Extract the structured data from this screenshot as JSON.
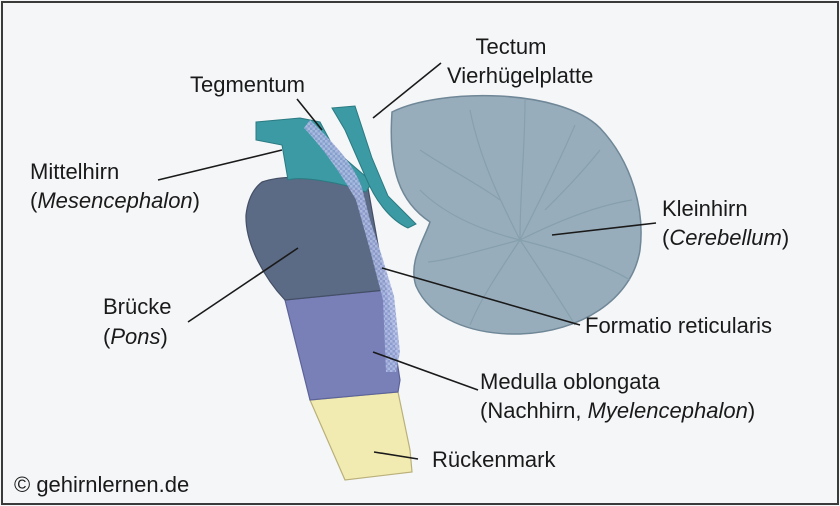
{
  "labels": {
    "tectum": "Tectum",
    "vierhuegelplatte": "Vierhügelplatte",
    "tegmentum": "Tegmentum",
    "mittelhirn": "Mittelhirn",
    "mesencephalon": "Mesencephalon",
    "kleinhirn": "Kleinhirn",
    "cerebellum": "Cerebellum",
    "bruecke": "Brücke",
    "pons": "Pons",
    "formatio": "Formatio reticularis",
    "medulla": "Medulla oblongata",
    "nachhirn": "Nachhirn, ",
    "myelencephalon": "Myelencephalon",
    "rueckenmark": "Rückenmark"
  },
  "copyright": "© gehirnlernen.de",
  "colors": {
    "cerebellum": "#98adbb",
    "tectum_tegmentum": "#3b9aa3",
    "mesencephalon": "#5b6a85",
    "medulla": "#7980b8",
    "rueckenmark": "#f2ebb1",
    "formatio": "#8fa0d3"
  }
}
